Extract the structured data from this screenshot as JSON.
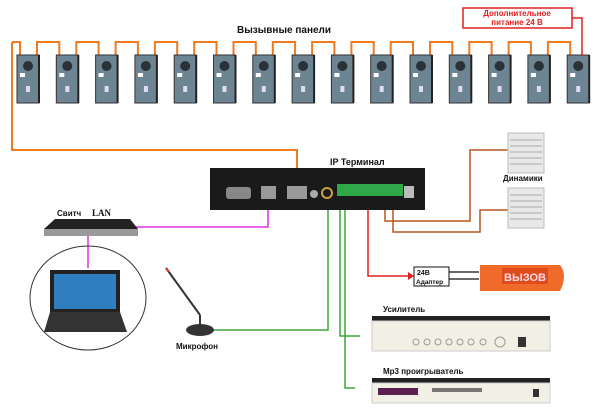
{
  "labels": {
    "call_panels": "Вызывные панели",
    "extra_power_line1": "Дополнительное",
    "extra_power_line2": "питание 24 В",
    "ip_terminal": "IP Терминал",
    "speakers": "Динамики",
    "switch": "Свитч",
    "lan": "LAN",
    "microphone": "Микрофон",
    "adapter_voltage": "24В",
    "adapter": "Адаптер",
    "call_sign": "ВЫЗОВ",
    "amplifier": "Усилитель",
    "mp3_player": "Mp3 проигрыватель"
  },
  "panel_count": 15,
  "colors": {
    "panel_bus": "#f07a20",
    "power": "#e02020",
    "lan": "#e030e0",
    "audio": "#3aa53a",
    "speaker_line": "#b5561c"
  }
}
